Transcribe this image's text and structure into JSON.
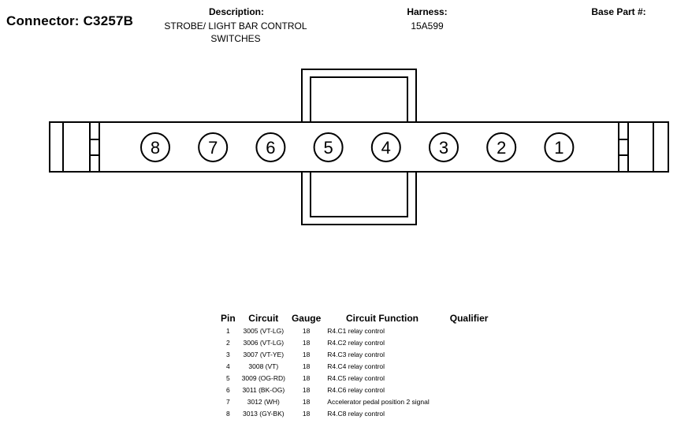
{
  "header": {
    "connector_label": "Connector: C3257B",
    "description_label": "Description:",
    "description_value": "STROBE/ LIGHT BAR CONTROL\nSWITCHES",
    "harness_label": "Harness:",
    "harness_value": "15A599",
    "base_part_label": "Base Part #:"
  },
  "diagram": {
    "pins_left_to_right": [
      "8",
      "7",
      "6",
      "5",
      "4",
      "3",
      "2",
      "1"
    ]
  },
  "table": {
    "headers": [
      "Pin",
      "Circuit",
      "Gauge",
      "Circuit Function",
      "Qualifier"
    ],
    "rows": [
      {
        "pin": "1",
        "circuit": "3005 (VT-LG)",
        "gauge": "18",
        "function": "R4.C1 relay control",
        "qualifier": ""
      },
      {
        "pin": "2",
        "circuit": "3006 (VT-LG)",
        "gauge": "18",
        "function": "R4.C2 relay control",
        "qualifier": ""
      },
      {
        "pin": "3",
        "circuit": "3007 (VT-YE)",
        "gauge": "18",
        "function": "R4.C3 relay control",
        "qualifier": ""
      },
      {
        "pin": "4",
        "circuit": "3008 (VT)",
        "gauge": "18",
        "function": "R4.C4 relay control",
        "qualifier": ""
      },
      {
        "pin": "5",
        "circuit": "3009 (OG-RD)",
        "gauge": "18",
        "function": "R4.C5 relay control",
        "qualifier": ""
      },
      {
        "pin": "6",
        "circuit": "3011 (BK-OG)",
        "gauge": "18",
        "function": "R4.C6 relay control",
        "qualifier": ""
      },
      {
        "pin": "7",
        "circuit": "3012 (WH)",
        "gauge": "18",
        "function": "Accelerator pedal position 2 signal",
        "qualifier": ""
      },
      {
        "pin": "8",
        "circuit": "3013 (GY-BK)",
        "gauge": "18",
        "function": "R4.C8 relay control",
        "qualifier": ""
      }
    ]
  }
}
